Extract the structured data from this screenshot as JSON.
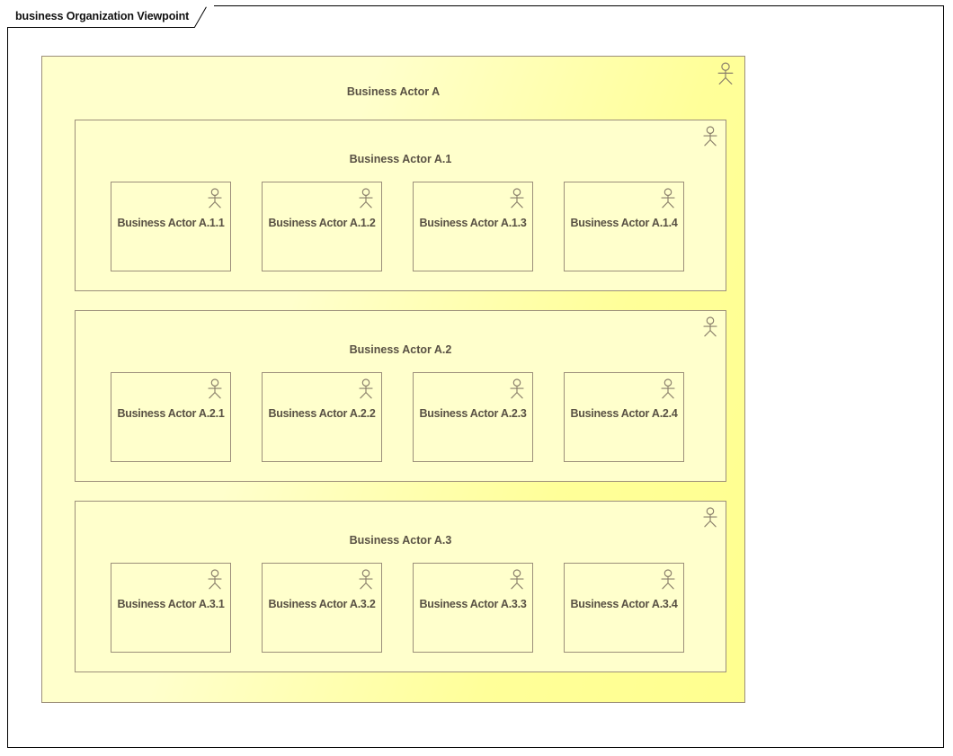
{
  "page": {
    "tab_label": "business Organization Viewpoint",
    "background_color": "#ffffff",
    "frame_border_color": "#000000"
  },
  "colors": {
    "node_border": "#9c8f7a",
    "node_fill_pale": "#ffffcc",
    "node_fill_strong": "#ffff99",
    "label_text": "#595144",
    "icon_stroke": "#8a7f6b"
  },
  "icons": {
    "actor": "business-actor-icon"
  },
  "diagram": {
    "root": {
      "label": "Business Actor A",
      "icon": "business-actor-icon",
      "groups": [
        {
          "label": "Business Actor A.1",
          "icon": "business-actor-icon",
          "children": [
            {
              "label": "Business Actor A.1.1",
              "icon": "business-actor-icon"
            },
            {
              "label": "Business Actor A.1.2",
              "icon": "business-actor-icon"
            },
            {
              "label": "Business Actor A.1.3",
              "icon": "business-actor-icon"
            },
            {
              "label": "Business Actor A.1.4",
              "icon": "business-actor-icon"
            }
          ]
        },
        {
          "label": "Business Actor A.2",
          "icon": "business-actor-icon",
          "children": [
            {
              "label": "Business Actor A.2.1",
              "icon": "business-actor-icon"
            },
            {
              "label": "Business Actor A.2.2",
              "icon": "business-actor-icon"
            },
            {
              "label": "Business Actor A.2.3",
              "icon": "business-actor-icon"
            },
            {
              "label": "Business Actor A.2.4",
              "icon": "business-actor-icon"
            }
          ]
        },
        {
          "label": "Business Actor A.3",
          "icon": "business-actor-icon",
          "children": [
            {
              "label": "Business Actor A.3.1",
              "icon": "business-actor-icon"
            },
            {
              "label": "Business Actor A.3.2",
              "icon": "business-actor-icon"
            },
            {
              "label": "Business Actor A.3.3",
              "icon": "business-actor-icon"
            },
            {
              "label": "Business Actor A.3.4",
              "icon": "business-actor-icon"
            }
          ]
        }
      ]
    }
  }
}
